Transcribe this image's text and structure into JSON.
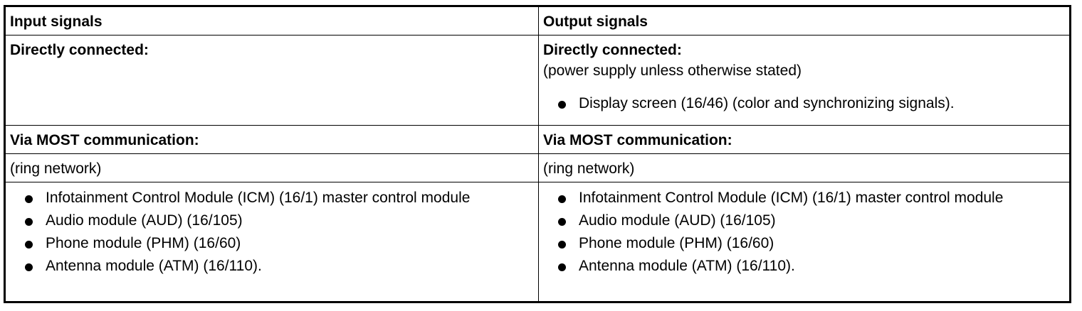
{
  "input": {
    "header": "Input signals",
    "direct_heading": "Directly connected:",
    "most_heading": "Via MOST communication:",
    "most_note": "(ring network)",
    "most_items": [
      "Infotainment Control Module (ICM) (16/1) master control module",
      "Audio module (AUD) (16/105)",
      "Phone module (PHM) (16/60)",
      "Antenna module (ATM) (16/110)."
    ]
  },
  "output": {
    "header": "Output signals",
    "direct_heading": "Directly connected:",
    "direct_note": "(power supply unless otherwise stated)",
    "direct_items": [
      "Display screen (16/46) (color and synchronizing signals)."
    ],
    "most_heading": "Via MOST communication:",
    "most_note": "(ring network)",
    "most_items": [
      "Infotainment Control Module (ICM) (16/1) master control module",
      "Audio module (AUD) (16/105)",
      "Phone module (PHM) (16/60)",
      "Antenna module (ATM) (16/110)."
    ]
  }
}
